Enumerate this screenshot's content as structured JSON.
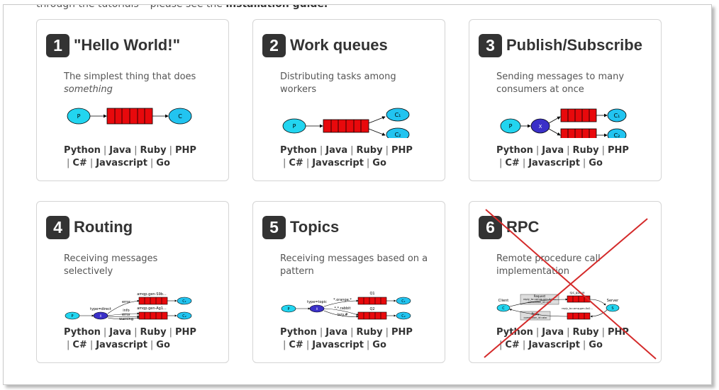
{
  "header": {
    "prefix": "through the tutorials – please see the",
    "link": "installation guide."
  },
  "cards": [
    {
      "num": "1",
      "title": "\"Hello World!\"",
      "desc_plain": "The simplest thing that does",
      "desc_em": "something",
      "diagram": {
        "p": "P",
        "c": "C"
      }
    },
    {
      "num": "2",
      "title": "Work queues",
      "desc_plain": "Distributing tasks among workers",
      "desc_em": "",
      "diagram": {
        "p": "P",
        "c1": "C₁",
        "c2": "C₂"
      }
    },
    {
      "num": "3",
      "title": "Publish/Subscribe",
      "desc_plain": "Sending messages to many consumers at once",
      "desc_em": "",
      "diagram": {
        "p": "P",
        "x": "X",
        "c1": "C₁",
        "c2": "C₂"
      }
    },
    {
      "num": "4",
      "title": "Routing",
      "desc_plain": "Receiving messages selectively",
      "desc_em": "",
      "diagram": {
        "p": "P",
        "x": "X",
        "type": "type=direct",
        "q1": "amqp.gen-S9b...",
        "q2": "amqp.gen-Ag1...",
        "k1": "error",
        "k2": "info",
        "k3": "error",
        "k4": "warning",
        "c1": "C₁",
        "c2": "C₂"
      }
    },
    {
      "num": "5",
      "title": "Topics",
      "desc_plain": "Receiving messages based on a pattern",
      "desc_em": "",
      "diagram": {
        "p": "P",
        "x": "X",
        "type": "type=topic",
        "q1": "Q1",
        "q2": "Q2",
        "k1": "*.orange.*",
        "k2": "*.*.rabbit",
        "k3": "lazy.#",
        "c1": "C₁",
        "c2": "C₂"
      }
    },
    {
      "num": "6",
      "title": "RPC",
      "desc_plain": "Remote procedure call implementation",
      "desc_em": "",
      "diagram": {
        "client": "Client",
        "server": "Server",
        "c": "C",
        "s": "S",
        "rpc": "rpc_queue",
        "reply": "reply_to=amq.gen-Xa2...",
        "req": "Request",
        "req2": "reply_to=amqp.gen-Xa2...",
        "req3": "correlation_id=abc",
        "rep": "Reply",
        "rep2": "correlation_id=abc"
      }
    }
  ],
  "languages": {
    "python": "Python",
    "java": "Java",
    "ruby": "Ruby",
    "php": "PHP",
    "csharp": "C#",
    "javascript": "Javascript",
    "go": "Go",
    "separator": "|"
  },
  "colors": {
    "queue": "#e8090c",
    "node_cyan": "#22d5f0",
    "exchange": "#3a30c8",
    "cross": "#d42a2a"
  }
}
